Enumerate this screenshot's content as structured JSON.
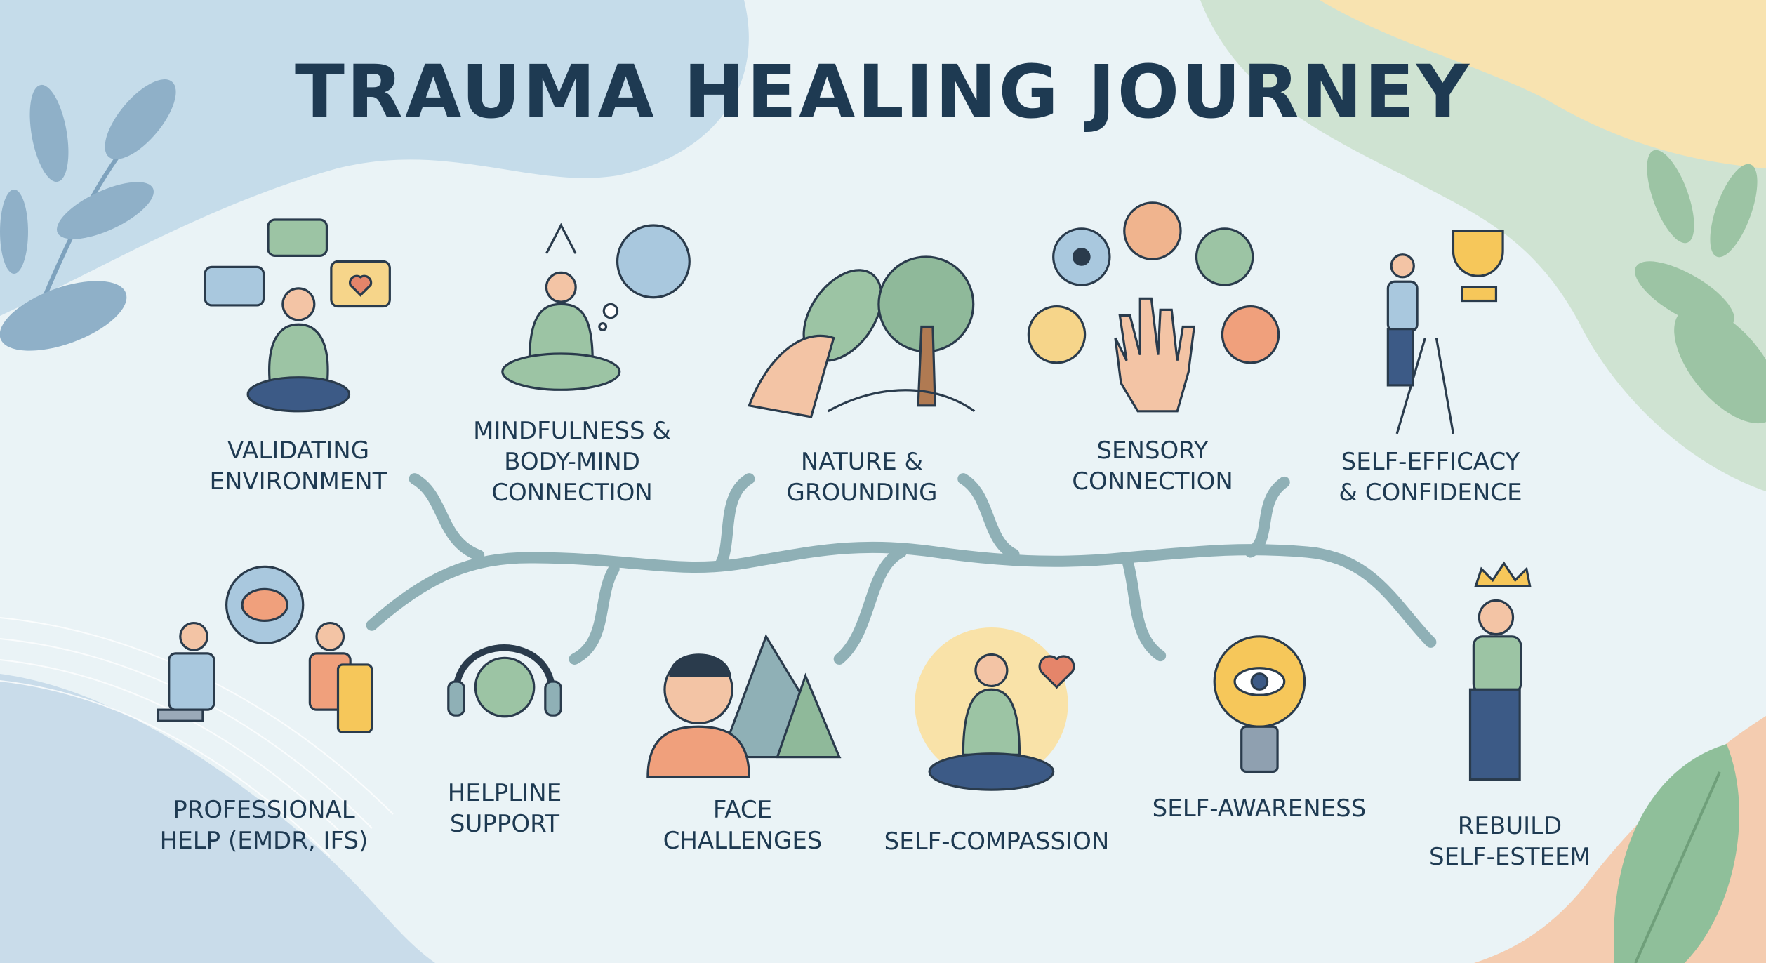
{
  "title": "TRAUMA HEALING JOURNEY",
  "colors": {
    "title": "#1e3a52",
    "path": "#8fb0b6",
    "blue": "#a9c8de",
    "green": "#8fb99a",
    "peach": "#f0b48e",
    "yellow": "#f6dc96"
  },
  "steps_top": [
    {
      "line1": "Validating",
      "line2": "Environment",
      "icon": "person-meditating-with-speech-bubbles-icon"
    },
    {
      "line1": "Mindfulness &",
      "line2": "Body-Mind",
      "line3": "Connection",
      "icon": "yoga-pose-brain-thought-icon"
    },
    {
      "line1": "Nature &",
      "line2": "Grounding",
      "icon": "hand-touching-leaf-tree-icon"
    },
    {
      "line1": "Sensory",
      "line2": "Connection",
      "icon": "five-senses-hand-icon"
    },
    {
      "line1": "Self-Efficacy",
      "line2": "& Confidence",
      "icon": "climbing-ladder-trophy-icon"
    }
  ],
  "steps_bottom": [
    {
      "line1": "Professional",
      "line2": "Help (EMDR, IFS)",
      "icon": "therapy-session-icon"
    },
    {
      "line1": "Helpline",
      "line2": "Support",
      "icon": "headset-chat-icon"
    },
    {
      "line1": "Face",
      "line2": "Challenges",
      "icon": "person-mountains-icon"
    },
    {
      "line1": "Self-Compassion",
      "icon": "meditating-person-heart-icon"
    },
    {
      "line1": "Self-Awareness",
      "icon": "lightbulb-eye-icon"
    },
    {
      "line1": "Rebuild",
      "line2": "Self-Esteem",
      "icon": "person-with-crown-icon"
    }
  ]
}
